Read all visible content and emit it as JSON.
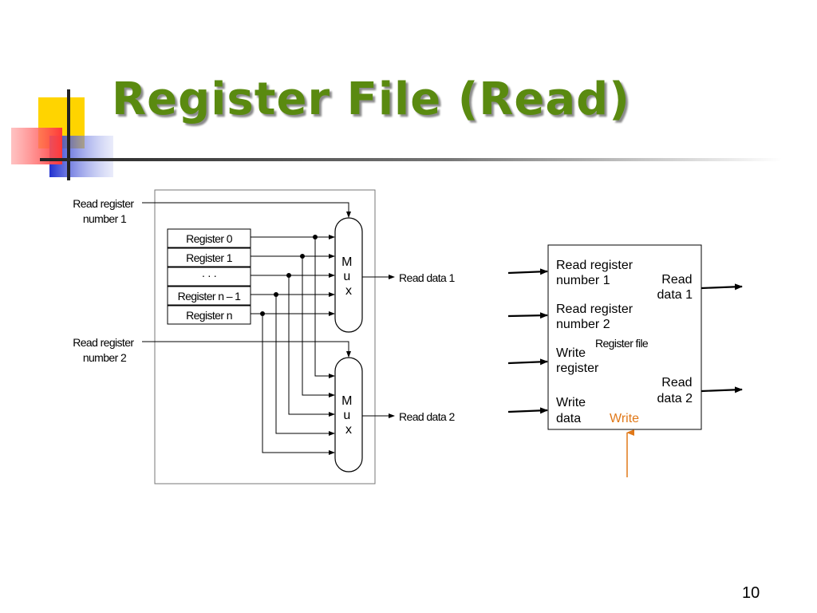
{
  "slide": {
    "title": "Register File (Read)",
    "page_number": "10"
  },
  "left_diagram": {
    "read_reg_1": [
      "Read register",
      "number 1"
    ],
    "read_reg_2": [
      "Read register",
      "number 2"
    ],
    "registers": [
      "Register 0",
      "Register 1",
      "· · ·",
      "Register n – 1",
      "Register n"
    ],
    "mux_label": [
      "M",
      "u",
      "x"
    ],
    "read_data_1": "Read data 1",
    "read_data_2": "Read data 2"
  },
  "right_diagram": {
    "in_read_reg_1": [
      "Read register",
      "number 1"
    ],
    "in_read_reg_2": [
      "Read register",
      "number 2"
    ],
    "in_write_reg": [
      "Write",
      "register"
    ],
    "in_write_data": [
      "Write",
      "data"
    ],
    "block_label": "Register file",
    "out_read_data_1": [
      "Read",
      "data 1"
    ],
    "out_read_data_2": [
      "Read",
      "data 2"
    ],
    "write_control": "Write"
  },
  "colors": {
    "title": "#5a8a10",
    "write_signal": "#e07818",
    "deco_yellow": "#ffd400",
    "deco_red": "#ff5050",
    "deco_blue": "#2838d8"
  }
}
